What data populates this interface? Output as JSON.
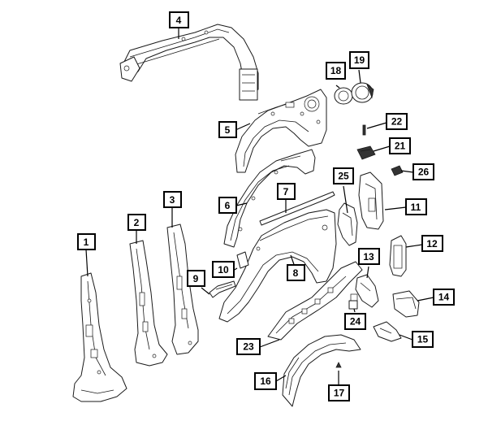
{
  "diagram": {
    "callouts": [
      {
        "label": "1"
      },
      {
        "label": "2"
      },
      {
        "label": "3"
      },
      {
        "label": "4"
      },
      {
        "label": "5"
      },
      {
        "label": "6"
      },
      {
        "label": "7"
      },
      {
        "label": "8"
      },
      {
        "label": "9"
      },
      {
        "label": "10"
      },
      {
        "label": "11"
      },
      {
        "label": "12"
      },
      {
        "label": "13"
      },
      {
        "label": "14"
      },
      {
        "label": "15"
      },
      {
        "label": "16"
      },
      {
        "label": "17"
      },
      {
        "label": "18"
      },
      {
        "label": "19"
      },
      {
        "label": "21"
      },
      {
        "label": "22"
      },
      {
        "label": "23"
      },
      {
        "label": "24"
      },
      {
        "label": "25"
      },
      {
        "label": "26"
      }
    ]
  }
}
